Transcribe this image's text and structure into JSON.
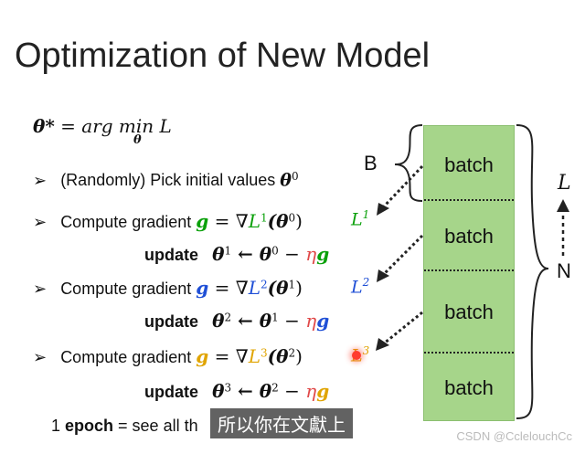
{
  "slide": {
    "title": "Optimization of New Model",
    "objective": {
      "lhs": "θ*",
      "rest": " = arg min ",
      "sub": "θ",
      "L": "L"
    },
    "pick": {
      "bullet": "➢",
      "text": "(Randomly) Pick initial values ",
      "theta": "θ",
      "sup": "0"
    },
    "steps": [
      {
        "bullet": "➢",
        "compute_text": "Compute gradient ",
        "g": "g",
        "eq": " = ∇",
        "L": "L",
        "Lsup": "1",
        "arg": "(θ",
        "argsup": "0",
        "close": ")",
        "side_L": "L",
        "side_sup": "1",
        "update_label": "update",
        "u_theta": "θ",
        "u_sup": "1",
        "u_arrow": " ← θ",
        "u_sup2": "0",
        "u_minus": " − ",
        "u_eta": "η",
        "u_g": "g"
      },
      {
        "bullet": "➢",
        "compute_text": "Compute gradient ",
        "g": "g",
        "eq": " = ∇",
        "L": "L",
        "Lsup": "2",
        "arg": "(θ",
        "argsup": "1",
        "close": ")",
        "side_L": "L",
        "side_sup": "2",
        "update_label": "update",
        "u_theta": "θ",
        "u_sup": "2",
        "u_arrow": " ← θ",
        "u_sup2": "1",
        "u_minus": " − ",
        "u_eta": "η",
        "u_g": "g"
      },
      {
        "bullet": "➢",
        "compute_text": "Compute gradient ",
        "g": "g",
        "eq": " = ∇",
        "L": "L",
        "Lsup": "3",
        "arg": "(θ",
        "argsup": "2",
        "close": ")",
        "side_L": "L",
        "side_sup": "3",
        "update_label": "update",
        "u_theta": "θ",
        "u_sup": "3",
        "u_arrow": " ← θ",
        "u_sup2": "2",
        "u_minus": " − ",
        "u_eta": "η",
        "u_g": "g"
      }
    ],
    "epoch": {
      "prefix": "1 ",
      "bold": "epoch",
      "rest": " = see all th"
    },
    "batches": [
      "batch",
      "batch",
      "batch",
      "batch"
    ],
    "brace_B": "B",
    "brace_N": "N",
    "arrow_L": "L",
    "colors": {
      "batch_fill": "#a6d58a",
      "green": "#0aa00a",
      "blue": "#1f4fd6",
      "orange": "#e0a400",
      "red": "#e04848"
    }
  },
  "overlay": {
    "subtitle": "所以你在文獻上",
    "watermark": "CSDN @CclelouchCc"
  }
}
